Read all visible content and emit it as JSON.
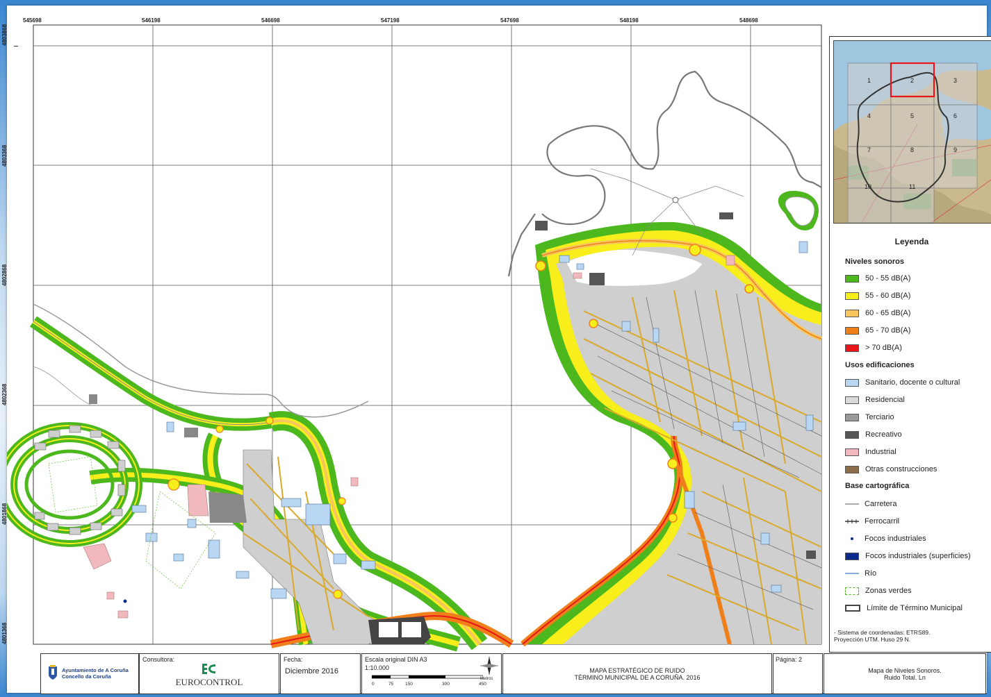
{
  "map": {
    "x_ticks": [
      "545698",
      "546198",
      "546698",
      "547198",
      "547698",
      "548198",
      "548698"
    ],
    "y_ticks": [
      "4803868",
      "4803368",
      "4802868",
      "4802368",
      "4801868",
      "4801368"
    ]
  },
  "inset": {
    "sheet_numbers": [
      "1",
      "2",
      "3",
      "4",
      "5",
      "6",
      "7",
      "8",
      "9",
      "10",
      "11"
    ],
    "selected_sheet": "2"
  },
  "legend": {
    "title": "Leyenda",
    "sections": [
      {
        "title": "Niveles sonoros",
        "items": [
          {
            "label": "50 - 55 dB(A)",
            "color": "#4cb81e"
          },
          {
            "label": "55 - 60 dB(A)",
            "color": "#f7ee1c"
          },
          {
            "label": "60 - 65 dB(A)",
            "color": "#f7c65e"
          },
          {
            "label": "65 - 70 dB(A)",
            "color": "#ef7f1a"
          },
          {
            "label": "> 70 dB(A)",
            "color": "#e8161b"
          }
        ]
      },
      {
        "title": "Usos edificaciones",
        "items": [
          {
            "label": "Sanitario, docente o cultural",
            "color": "#b9d6f2"
          },
          {
            "label": "Residencial",
            "color": "#d9d9d9"
          },
          {
            "label": "Terciario",
            "color": "#9a9a9a"
          },
          {
            "label": "Recreativo",
            "color": "#555555"
          },
          {
            "label": "Industrial",
            "color": "#f1b9bd"
          },
          {
            "label": "Otras construcciones",
            "color": "#8c6e4a"
          }
        ]
      },
      {
        "title": "Base cartográfica",
        "items": [
          {
            "label": "Carretera",
            "icon": "road-line-icon"
          },
          {
            "label": "Ferrocarril",
            "icon": "railway-icon"
          },
          {
            "label": "Focos industriales",
            "icon": "industrial-point-icon"
          },
          {
            "label": "Focos industriales (superficies)",
            "icon": "industrial-area-icon"
          },
          {
            "label": "Río",
            "icon": "river-line-icon"
          },
          {
            "label": "Zonas verdes",
            "icon": "green-zone-icon"
          },
          {
            "label": "Límite de Término Municipal",
            "icon": "boundary-icon"
          }
        ]
      }
    ],
    "notes": [
      "- Sistema de coordenadas: ETRS89.",
      "Proyección UTM. Huso 29 N."
    ]
  },
  "footer": {
    "council_line1": "Ayuntamiento de A Coruña",
    "council_line2": "Concello da Coruña",
    "consultant_label": "Consultora:",
    "consultant_name": "EUROCONTROL",
    "date_label": "Fecha:",
    "date_value": "Diciembre 2016",
    "scale_label": "Escala original DIN A3",
    "scale_value": "1:10.000",
    "scalebar_ticks": [
      "0",
      "75",
      "150",
      "300",
      "450"
    ],
    "scalebar_unit": "Metros",
    "title_line1": "MAPA ESTRATÉGICO DE RUIDO",
    "title_line2": "TÉRMINO MUNICIPAL DE A CORUÑA. 2016",
    "page_label": "Página: 2",
    "map_name_line1": "Mapa de Niveles Sonoros.",
    "map_name_line2": "Ruido Total. Ln"
  }
}
